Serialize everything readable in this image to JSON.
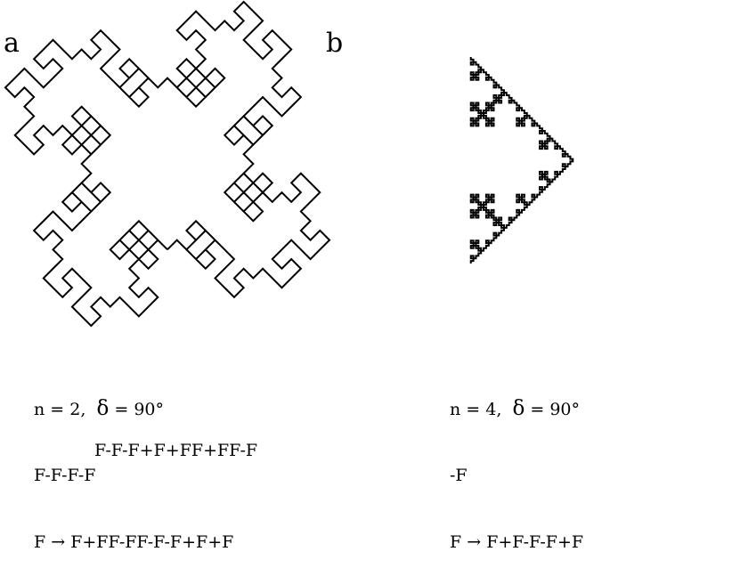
{
  "panel_a": {
    "label": "a",
    "n_text": "n = 2,",
    "delta_symbol": "δ",
    "delta_text": "= 90°",
    "axiom": "F-F-F-F",
    "rule_lhs": "F",
    "arrow": "→",
    "rule_rhs": "F+FF-FF-F-F+F+F",
    "extra_rule": "F-F-F+F+FF+FF-F",
    "n": 2,
    "angle_deg": 90
  },
  "panel_b": {
    "label": "b",
    "n_text": "n = 4,",
    "delta_symbol": "δ",
    "delta_text": "= 90°",
    "axiom": "-F",
    "rule_lhs": "F",
    "arrow": "→",
    "rule_rhs": "F+F-F-F+F",
    "n": 4,
    "angle_deg": 90
  },
  "colors": {
    "stroke": "#000000",
    "background": "#ffffff"
  }
}
